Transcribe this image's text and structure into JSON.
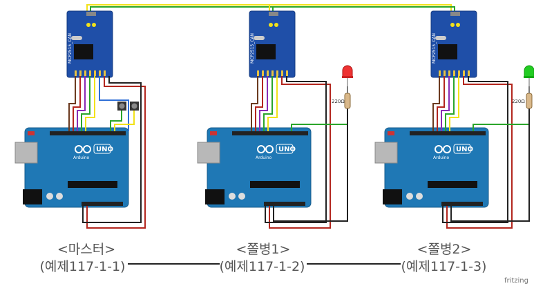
{
  "colors": {
    "module_blue": "#1f4fa8",
    "board_blue": "#1f78b5",
    "wire_red": "#b3261e",
    "wire_black": "#222222",
    "wire_yellow": "#f2e21a",
    "wire_green": "#2aa52a",
    "wire_purple": "#8a2bb5",
    "wire_brown": "#6b3a1f",
    "wire_blue": "#2f6fd6",
    "led_red": "#e33",
    "led_green": "#2c2",
    "text_gray": "#555555"
  },
  "modules": [
    {
      "label": "MCP2515_CAN"
    },
    {
      "label": "MCP2515_CAN"
    },
    {
      "label": "MCP2515_CAN"
    }
  ],
  "boards": [
    {
      "brand": "Arduino",
      "model": "UNO"
    },
    {
      "brand": "Arduino",
      "model": "UNO"
    },
    {
      "brand": "Arduino",
      "model": "UNO"
    }
  ],
  "leds": [
    {
      "color_name": "red",
      "resistor_label": "220Ω"
    },
    {
      "color_name": "green",
      "resistor_label": "220Ω"
    }
  ],
  "captions": [
    {
      "title": "<마스터>",
      "subtitle": "(예제117-1-1)"
    },
    {
      "title": "<쫄병1>",
      "subtitle": "(예제117-1-2)"
    },
    {
      "title": "<쫄병2>",
      "subtitle": "(예제117-1-3)"
    }
  ],
  "watermark": "fritzing"
}
